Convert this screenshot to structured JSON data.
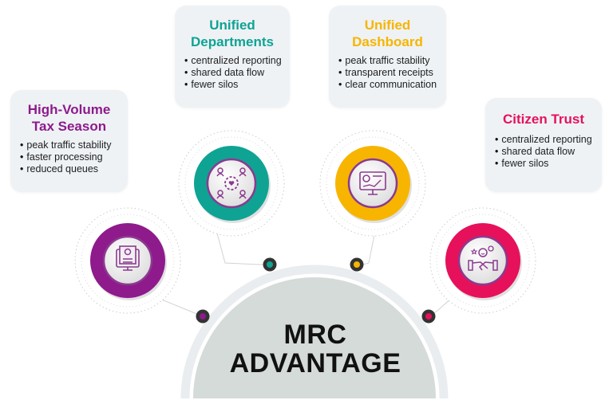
{
  "center": {
    "line1": "MRC",
    "line2": "ADVANTAGE",
    "fill": "#d5dbd8"
  },
  "nodes": [
    {
      "id": "tax-season",
      "title": "High-Volume Tax Season",
      "title_line1": "High-Volume",
      "title_line2": "Tax Season",
      "color": "#8e1a8c",
      "icon": "document-monitor-icon",
      "bullets": [
        "peak traffic stability",
        "faster processing",
        "reduced queues"
      ]
    },
    {
      "id": "unified-departments",
      "title": "Unified Departments",
      "title_line1": "Unified",
      "title_line2": "Departments",
      "color": "#0fa394",
      "icon": "team-gear-icon",
      "bullets": [
        "centralized reporting",
        "shared data flow",
        "fewer silos"
      ]
    },
    {
      "id": "unified-dashboard",
      "title": "Unified Dashboard",
      "title_line1": "Unified",
      "title_line2": "Dashboard",
      "color": "#f7b500",
      "icon": "dashboard-monitor-icon",
      "bullets": [
        "peak traffic stability",
        "transparent receipts",
        "clear communication"
      ]
    },
    {
      "id": "citizen-trust",
      "title": "Citizen Trust",
      "title_line1": "Citizen Trust",
      "title_line2": "",
      "color": "#e6115a",
      "icon": "handshake-smile-icon",
      "bullets": [
        "centralized reporting",
        "shared data flow",
        "fewer silos"
      ]
    }
  ]
}
